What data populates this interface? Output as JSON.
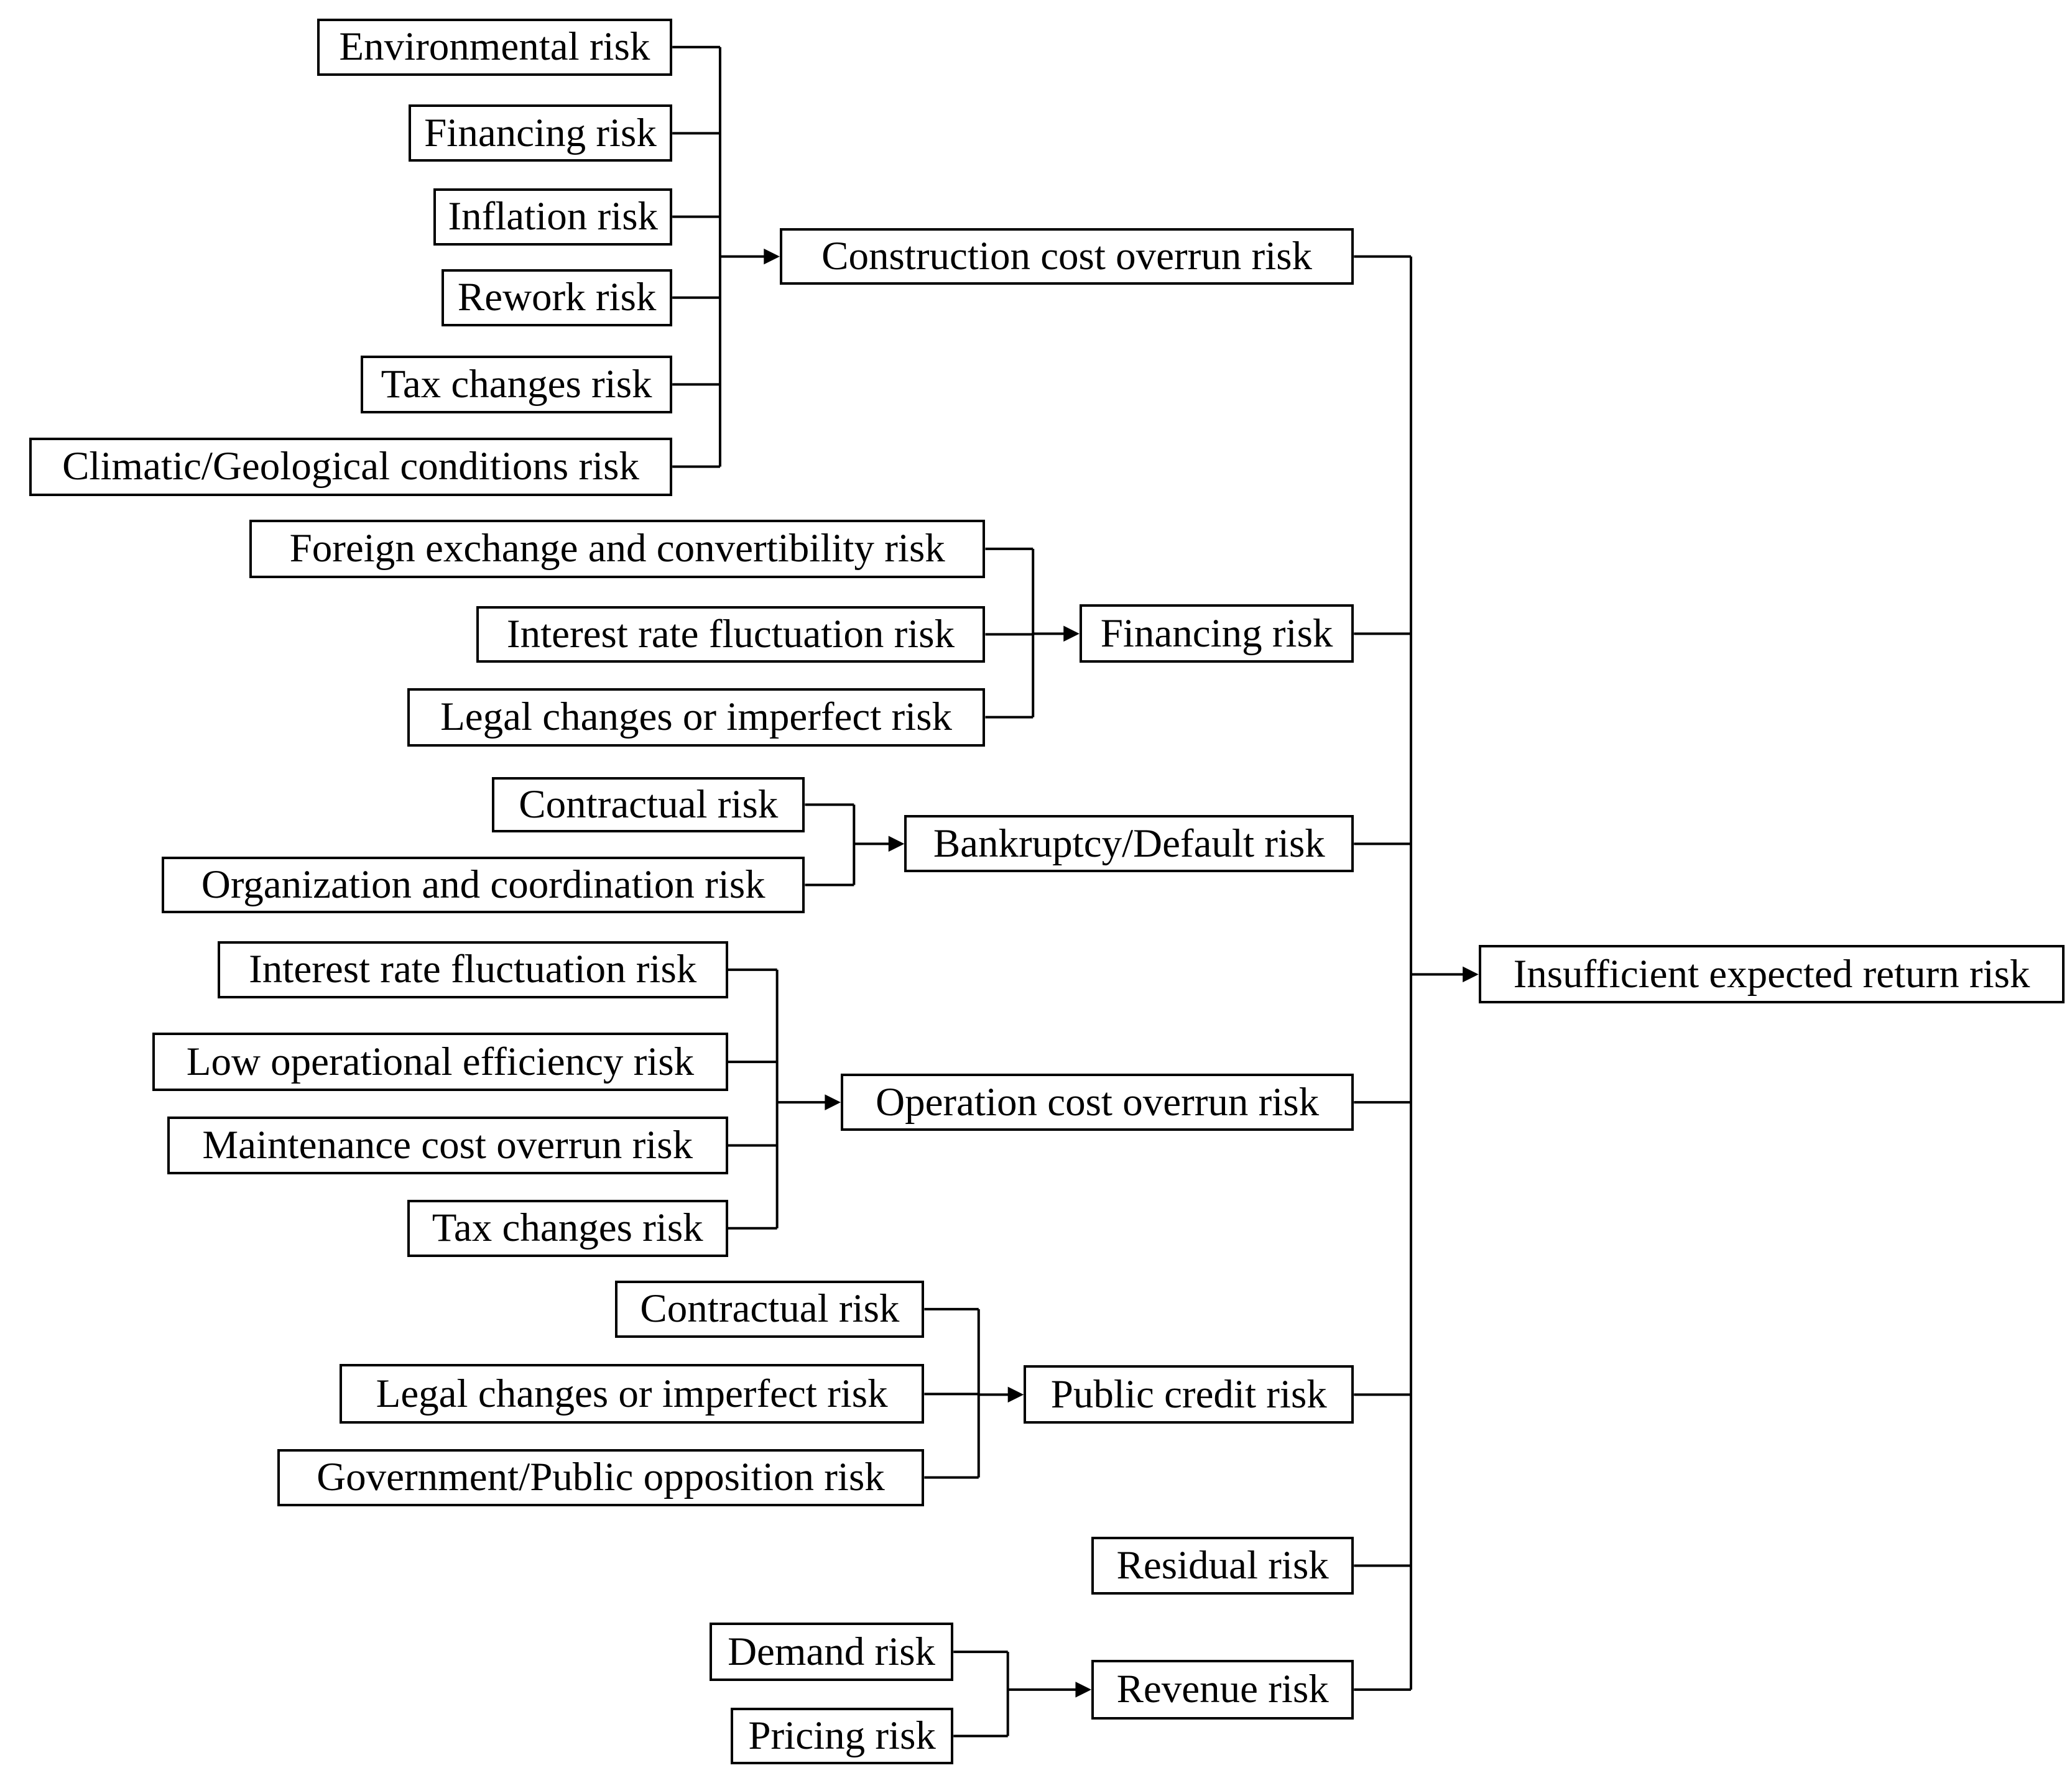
{
  "root": {
    "label": "Insufficient expected return risk"
  },
  "groups": [
    {
      "key": "construction",
      "label": "Construction cost overrun risk",
      "children": [
        "Environmental risk",
        "Financing risk",
        "Inflation risk",
        "Rework risk",
        "Tax changes risk",
        "Climatic/Geological conditions risk"
      ]
    },
    {
      "key": "financing",
      "label": "Financing risk",
      "children": [
        "Foreign exchange and convertibility risk",
        "Interest rate fluctuation risk",
        "Legal changes or imperfect risk"
      ]
    },
    {
      "key": "bankruptcy",
      "label": "Bankruptcy/Default risk",
      "children": [
        "Contractual risk",
        "Organization and coordination risk"
      ]
    },
    {
      "key": "operation",
      "label": "Operation cost overrun risk",
      "children": [
        "Interest rate fluctuation risk",
        "Low operational efficiency risk",
        "Maintenance cost overrun risk",
        "Tax changes risk"
      ]
    },
    {
      "key": "public-credit",
      "label": "Public credit risk",
      "children": [
        "Contractual risk",
        "Legal changes or imperfect risk",
        "Government/Public opposition risk"
      ]
    },
    {
      "key": "residual",
      "label": "Residual risk",
      "children": []
    },
    {
      "key": "revenue",
      "label": "Revenue risk",
      "children": [
        "Demand risk",
        "Pricing risk"
      ]
    }
  ]
}
